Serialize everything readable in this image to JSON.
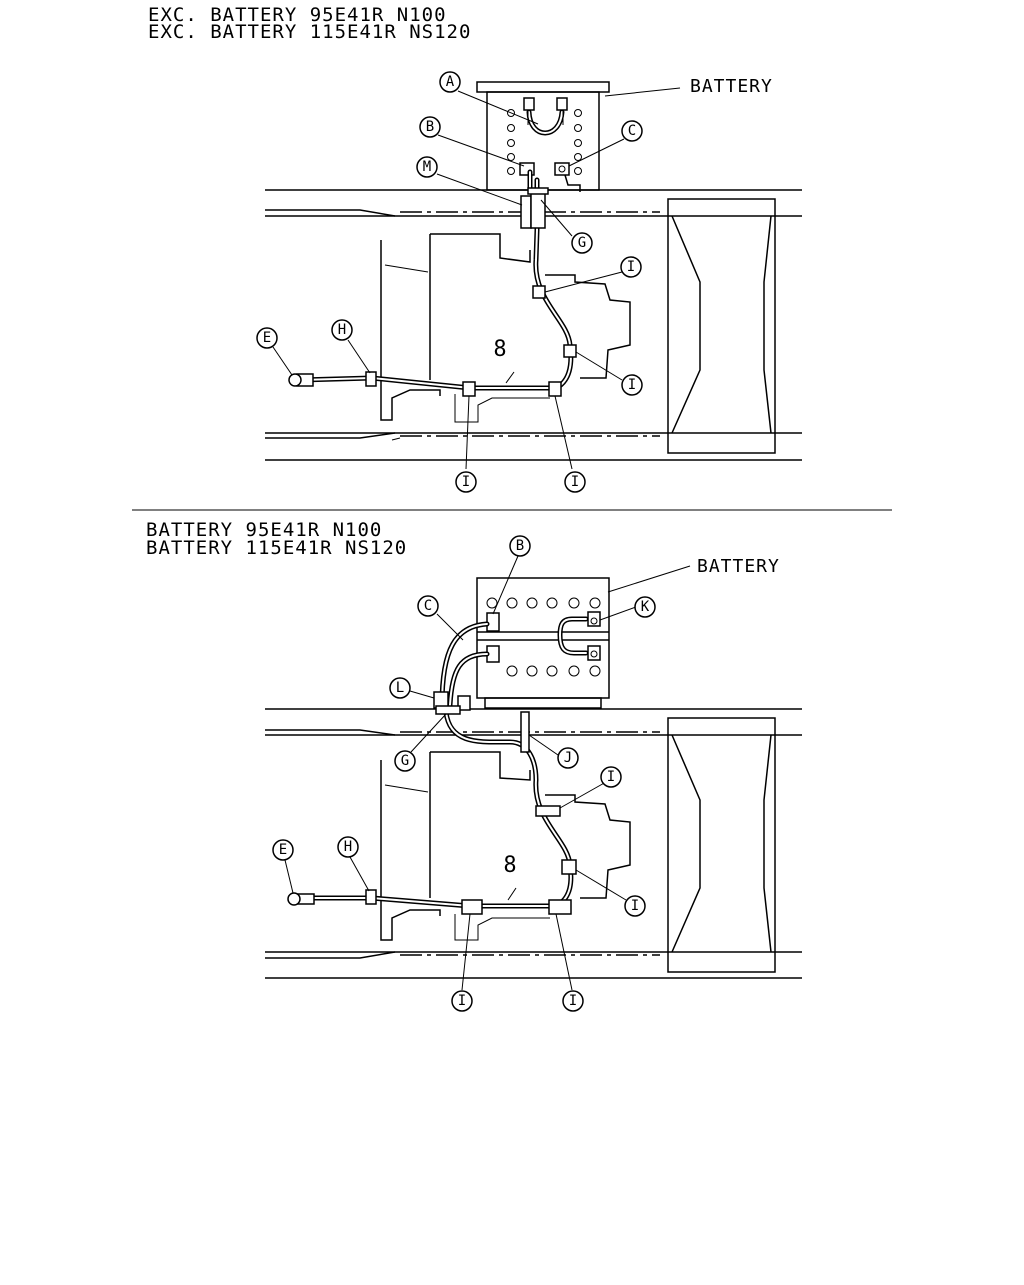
{
  "top_view": {
    "caption_line1": "EXC. BATTERY  95E41R  N100",
    "caption_line2": "EXC. BATTERY 115E41R NS120",
    "battery_label": "BATTERY",
    "part_number": "8",
    "callouts": {
      "a": "A",
      "b": "B",
      "c": "C",
      "m": "M",
      "g": "G",
      "e": "E",
      "h": "H",
      "i": "I"
    }
  },
  "bottom_view": {
    "caption_line1": "BATTERY  95E41R  N100",
    "caption_line2": "BATTERY 115E41R NS120",
    "battery_label": "BATTERY",
    "part_number": "8",
    "callouts": {
      "b": "B",
      "c": "C",
      "k": "K",
      "l": "L",
      "g": "G",
      "j": "J",
      "e": "E",
      "h": "H",
      "i": "I"
    }
  }
}
